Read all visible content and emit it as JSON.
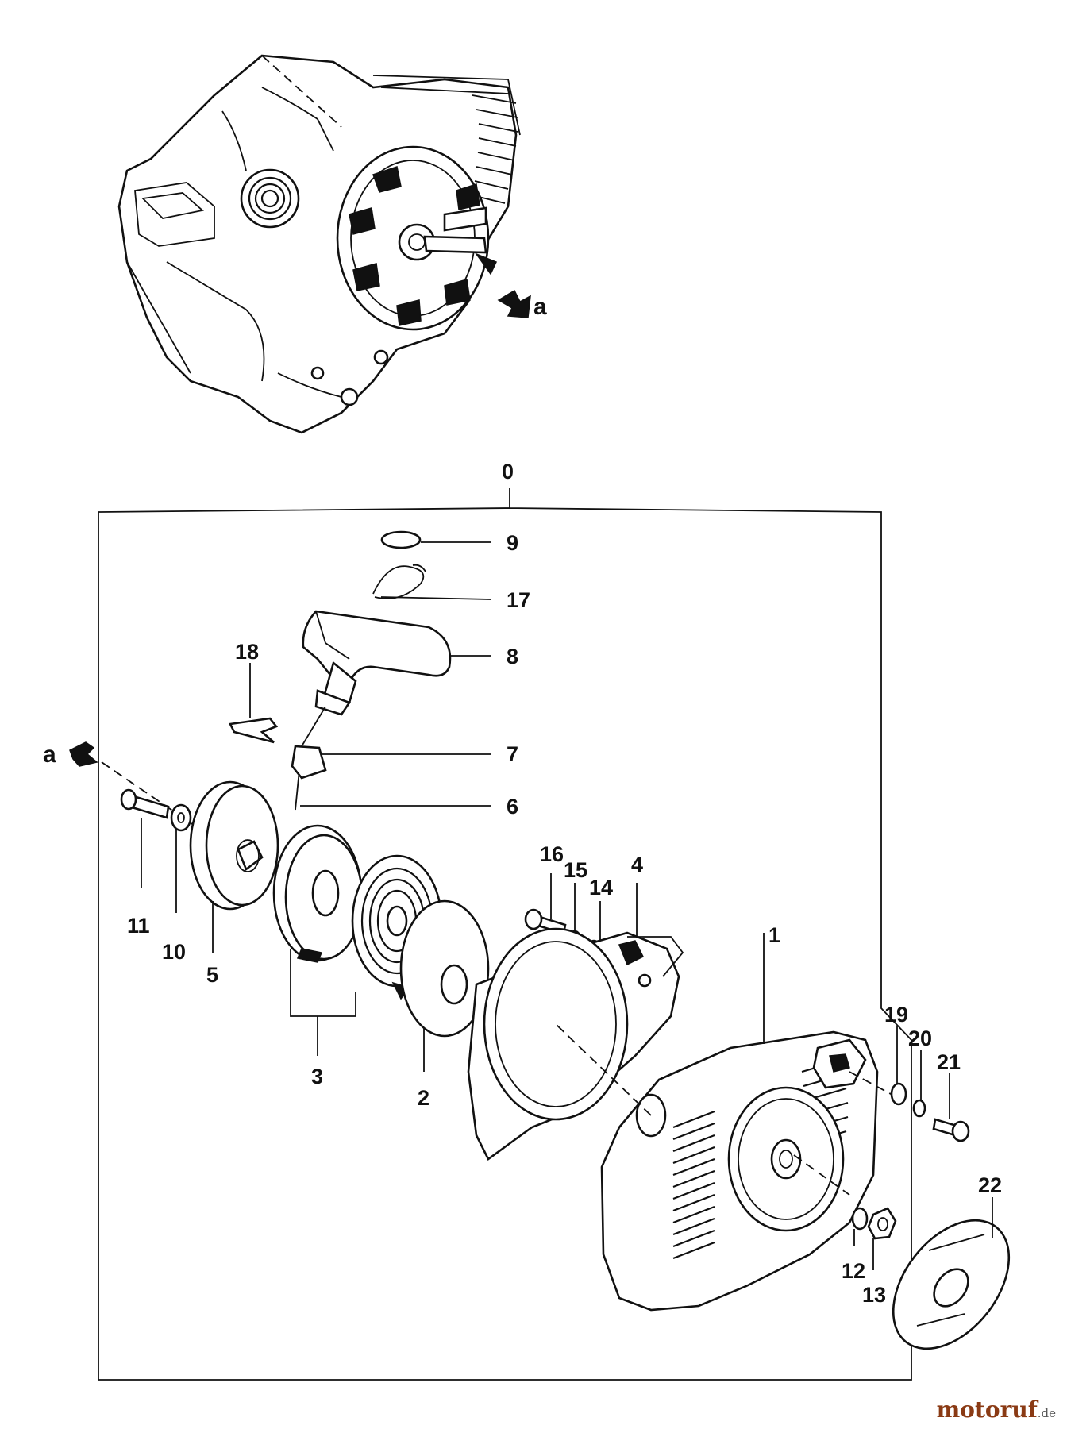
{
  "diagram": {
    "assembly_number": "0",
    "view_reference": "a",
    "callouts": [
      "1",
      "2",
      "3",
      "4",
      "5",
      "6",
      "7",
      "8",
      "9",
      "10",
      "11",
      "12",
      "13",
      "14",
      "15",
      "16",
      "17",
      "18",
      "19",
      "20",
      "21",
      "22"
    ]
  },
  "watermark": {
    "brand": "motoruf",
    "tld": ".de"
  }
}
